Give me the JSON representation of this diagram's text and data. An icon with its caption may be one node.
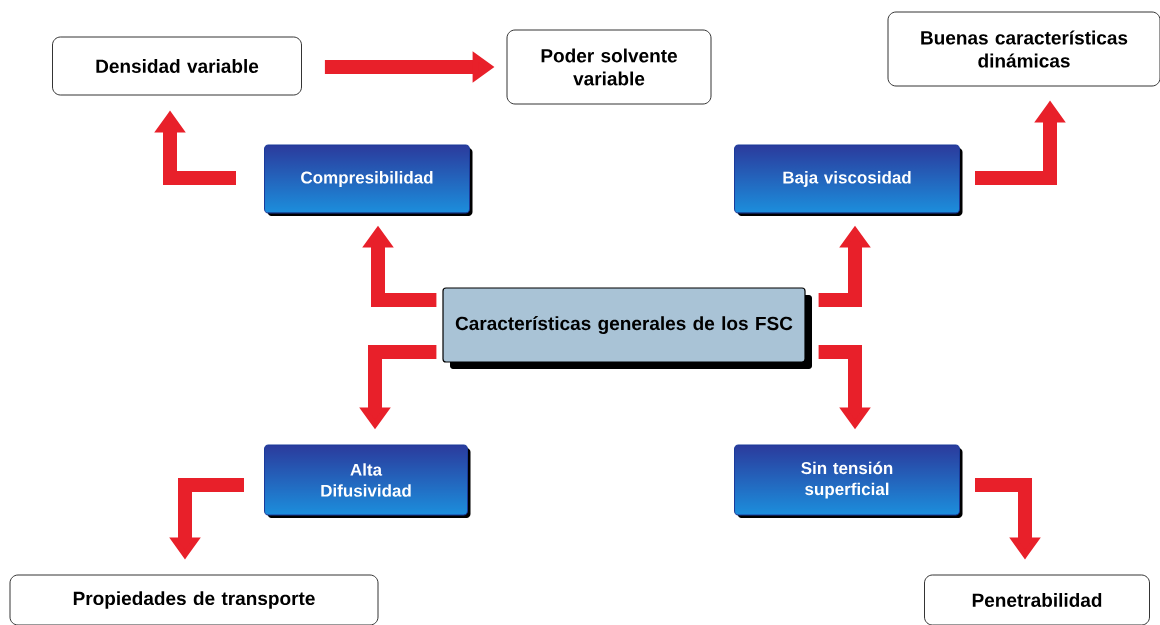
{
  "diagram": {
    "nodes": [
      {
        "text": [
          "Características generales de los FSC"
        ]
      },
      {
        "text": [
          "Compresibilidad"
        ]
      },
      {
        "text": [
          "Baja viscosidad"
        ]
      },
      {
        "text": [
          "Alta Difusividad"
        ]
      },
      {
        "text": [
          "Sin tensión superficial"
        ]
      },
      {
        "text": [
          "Densidad variable"
        ]
      },
      {
        "text": [
          "Poder solvente variable"
        ]
      },
      {
        "text": [
          "Buenas características dinámicas"
        ]
      },
      {
        "text": [
          "Propiedades de transporte"
        ]
      },
      {
        "text": [
          "Penetrabilidad"
        ]
      }
    ],
    "edges": [
      {
        "from": 0,
        "to": 1,
        "arrow": "to"
      },
      {
        "from": 0,
        "to": 2,
        "arrow": "to"
      },
      {
        "from": 0,
        "to": 3,
        "arrow": "to"
      },
      {
        "from": 0,
        "to": 4,
        "arrow": "to"
      },
      {
        "from": 1,
        "to": 5,
        "arrow": "to"
      },
      {
        "from": 5,
        "to": 6,
        "arrow": "to"
      },
      {
        "from": 2,
        "to": 7,
        "arrow": "to"
      },
      {
        "from": 3,
        "to": 8,
        "arrow": "to"
      },
      {
        "from": 4,
        "to": 9,
        "arrow": "to"
      }
    ]
  }
}
